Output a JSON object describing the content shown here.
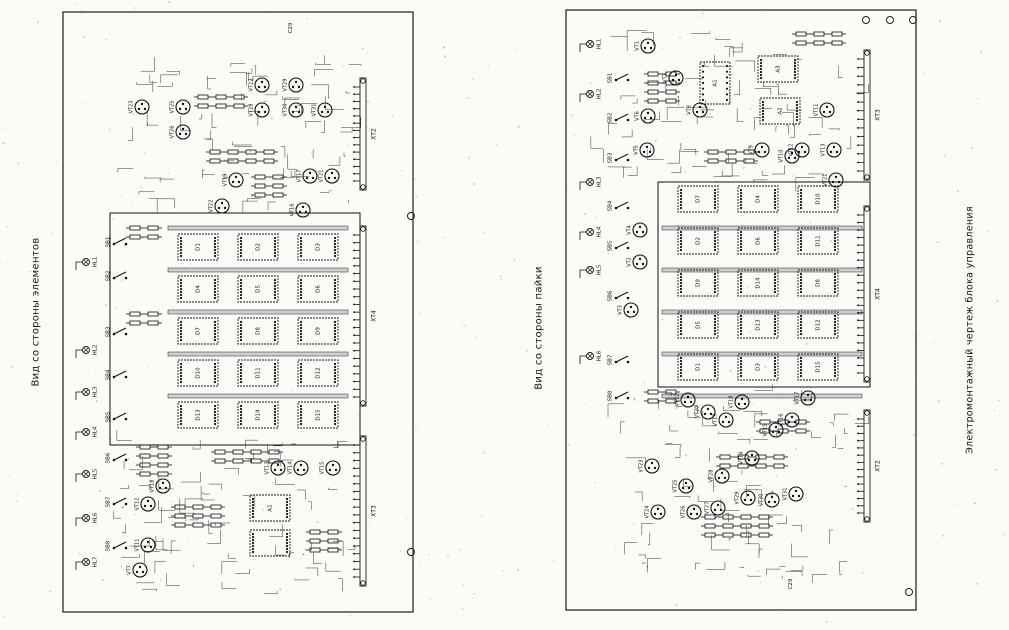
{
  "captions": {
    "component_side": "Вид со стороны элементов",
    "solder_side": "Вид со стороны пайки",
    "title": "Электромонтажный чертеж блока управления"
  },
  "connectors": {
    "left": [
      "XT2",
      "XT4",
      "XT3"
    ],
    "right": [
      "XT3",
      "XT4",
      "XT2"
    ]
  },
  "indicators": [
    "HL1",
    "HL2",
    "HL3",
    "HL4",
    "HL5",
    "HL6",
    "HL7"
  ],
  "switches": [
    "SB1",
    "SB2",
    "SB3",
    "SB4",
    "SB5",
    "SB6",
    "SB7",
    "SB8"
  ],
  "chips_left": [
    "D1",
    "D2",
    "D3",
    "D4",
    "D5",
    "D6",
    "D7",
    "D8",
    "D9",
    "D10",
    "D11",
    "D12",
    "D13",
    "D14",
    "D15"
  ],
  "chips_right": [
    "D7",
    "D4",
    "D10",
    "D2",
    "D6",
    "D11",
    "D9",
    "D14",
    "D8",
    "D5",
    "D13",
    "D12",
    "D1",
    "D3",
    "D15"
  ],
  "transistors_left": [
    "VT23",
    "VT25",
    "VT26",
    "VT27",
    "VT28",
    "VT29",
    "VT30",
    "VT31",
    "VT19",
    "VT22",
    "VT17",
    "VT21",
    "VT16",
    "VT15",
    "VT14",
    "VT13",
    "VT18",
    "VT12",
    "VT11",
    "VT7"
  ],
  "transistors_right": [
    "VT1",
    "VT2",
    "VT3",
    "VT4",
    "VT5",
    "VT6",
    "VT7",
    "VT8",
    "VT9",
    "VT10",
    "VT11",
    "VT12",
    "VT13",
    "VT14",
    "VT15",
    "VT16",
    "VT17",
    "VT18",
    "VT19",
    "VT20",
    "VT21",
    "VT22",
    "VT23",
    "VT24",
    "VT25",
    "VT26",
    "VT27",
    "VT28",
    "VT29",
    "VT30",
    "VT31"
  ],
  "misc": {
    "cap_left": "C29",
    "cap_right": "C29",
    "ic_left": "A1",
    "ic_right": [
      "A1",
      "A2",
      "A3"
    ]
  }
}
